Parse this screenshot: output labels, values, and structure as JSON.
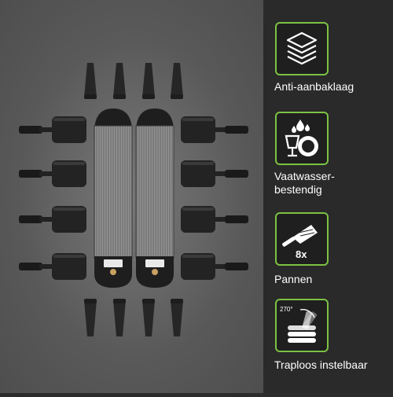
{
  "colors": {
    "accent": "#7cc243",
    "panel_background": "#2a2a2a",
    "stage_background": "#5e5e5e"
  },
  "product_view": {
    "tray_count": 8,
    "spatula_count": 8,
    "hotplate_count": 2
  },
  "features": [
    {
      "icon": "stacked-layers-icon",
      "label": "Anti-aanbaklaag"
    },
    {
      "icon": "dishwasher-icon",
      "label": "Vaatwasser-\nbestendig"
    },
    {
      "icon": "pan-icon",
      "label": "Pannen",
      "badge_text": "8x"
    },
    {
      "icon": "adjustable-angle-icon",
      "label": "Traploos instelbaar",
      "badge_text": "270°"
    }
  ]
}
